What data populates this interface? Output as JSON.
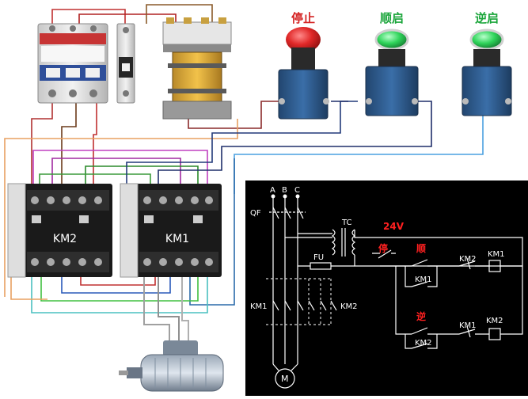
{
  "buttons": {
    "stop_label": "停止",
    "forward_label": "顺启",
    "reverse_label": "逆启"
  },
  "contactors": {
    "left_label": "KM2",
    "right_label": "KM1"
  },
  "schematic": {
    "phase_a": "A",
    "phase_b": "B",
    "phase_c": "C",
    "breaker": "QF",
    "transformer": "TC",
    "voltage": "24V",
    "fuse": "FU",
    "stop_btn": "停",
    "fwd_btn": "顺",
    "rev_btn": "逆",
    "coil_km1": "KM1",
    "coil_km2": "KM2",
    "interlock_km2_top": "KM2",
    "hold_km1": "KM1",
    "interlock_km1_bottom": "KM1",
    "hold_km2": "KM2",
    "main_km1": "KM1",
    "main_km2": "KM2",
    "motor": "M"
  },
  "colors": {
    "stop_red": "#d42222",
    "start_green": "#33cc55",
    "device_blue": "#2f5f9a",
    "schematic_bg": "#000000",
    "schematic_line": "#ffffff",
    "schematic_red": "#ff2020"
  }
}
